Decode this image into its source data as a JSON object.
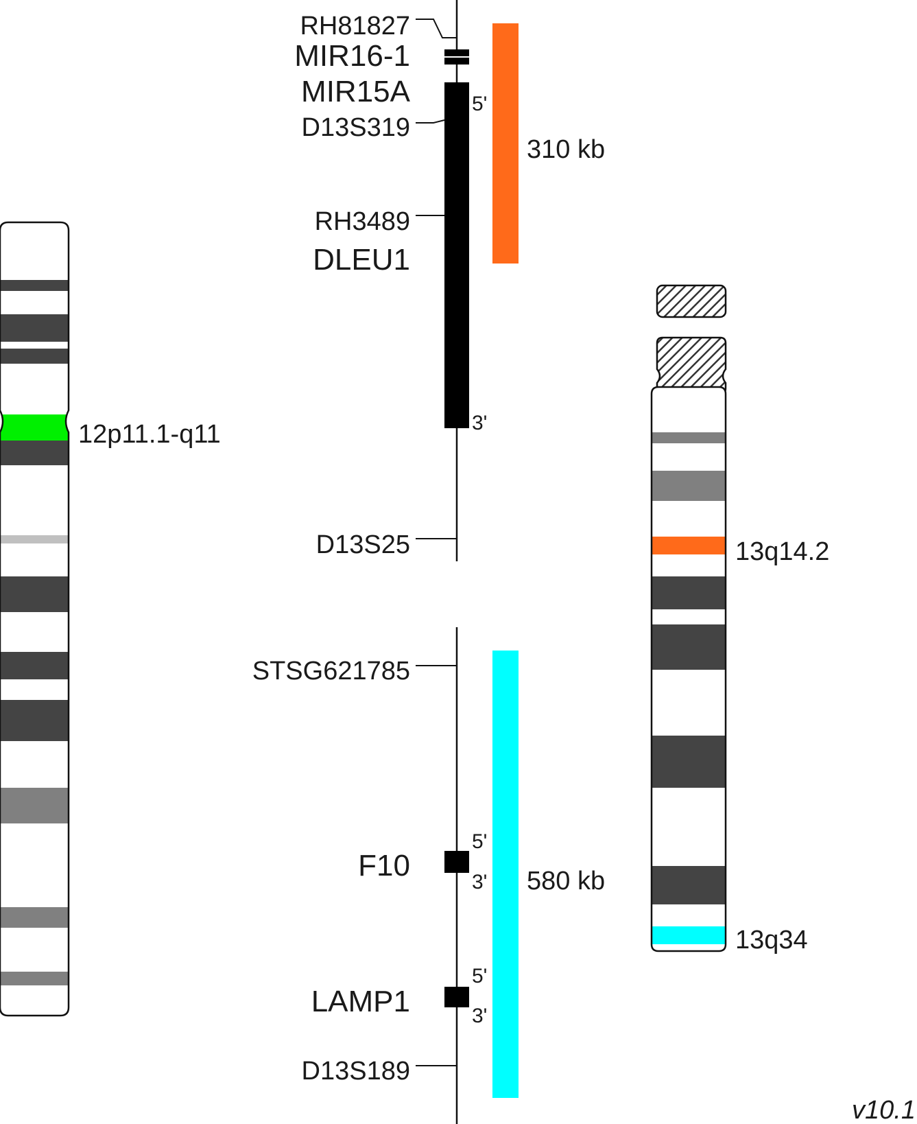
{
  "chr12": {
    "label": "12p11.1-q11",
    "highlight_color": "#00f000"
  },
  "chr13": {
    "label_a": "13q14.2",
    "label_b": "13q34",
    "highlight_a_color": "#ff6a1a",
    "highlight_b_color": "#00ffff"
  },
  "locus_a": {
    "markers": [
      "RH81827",
      "D13S319",
      "RH3489",
      "D13S25"
    ],
    "genes": [
      "MIR16-1",
      "MIR15A",
      "DLEU1"
    ],
    "prime5": "5'",
    "prime3": "3'",
    "size": "310 kb",
    "probe_color": "#ff6a1a"
  },
  "locus_b": {
    "markers": [
      "STSG621785",
      "D13S189"
    ],
    "genes": [
      "F10",
      "LAMP1"
    ],
    "prime5": "5'",
    "prime3": "3'",
    "size": "580 kb",
    "probe_color": "#00ffff"
  },
  "version": "v10.1"
}
